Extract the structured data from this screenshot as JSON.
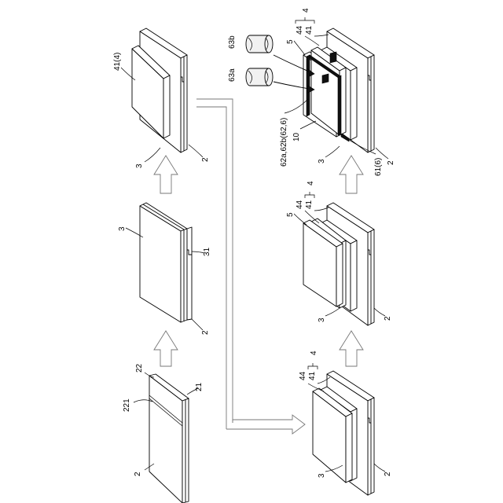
{
  "labels": {
    "s1_2": "2",
    "s1_21": "21",
    "s1_22": "22",
    "s1_221": "221",
    "s2_3": "3",
    "s2_31": "31",
    "s2_2": "2",
    "s3_41_4": "41(4)",
    "s3_3": "3",
    "s3_2": "2",
    "s4_44": "44",
    "s4_41": "41",
    "s4_4": "4",
    "s4_3": "3",
    "s4_2": "2",
    "s5_5": "5",
    "s5_44": "44",
    "s5_41": "41",
    "s5_4": "4",
    "s5_3": "3",
    "s5_2": "2",
    "s6_44": "44",
    "s6_4": "4",
    "s6_41": "41",
    "s6_5": "5",
    "s6_63b": "63b",
    "s6_63a": "63a",
    "s6_62": "62a,62b(62,6)",
    "s6_10": "10",
    "s6_3": "3",
    "s6_61": "61(6)",
    "s6_2": "2"
  }
}
